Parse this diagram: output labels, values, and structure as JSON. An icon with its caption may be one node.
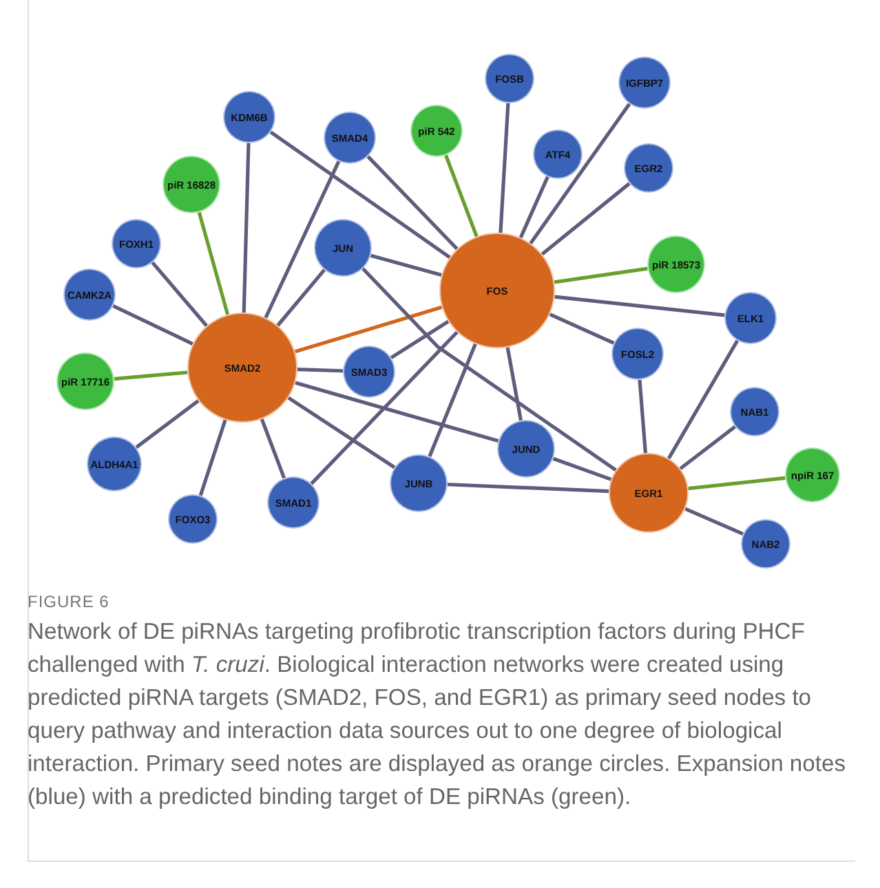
{
  "diagram": {
    "title": "FIGURE 6",
    "caption": "Network of DE piRNAs targeting profibrotic transcription factors during PHCF challenged with *T. cruzi*. Biological interaction networks were created using predicted piRNA targets (SMAD2, FOS, and EGR1) as primary seed nodes to query pathway and interaction data sources out to one degree of biological interaction. Primary seed notes are displayed as orange circles. Expansion notes (blue) with a predicted binding target of DE piRNAs (green).",
    "nodes": [
      {
        "text": [
          "KDM6B"
        ]
      },
      {
        "text": [
          "FOSB"
        ]
      },
      {
        "text": [
          "IGFBP7"
        ]
      },
      {
        "text": [
          "SMAD4"
        ]
      },
      {
        "text": [
          "piR 542"
        ]
      },
      {
        "text": [
          "ATF4"
        ]
      },
      {
        "text": [
          "EGR2"
        ]
      },
      {
        "text": [
          "piR 16828"
        ]
      },
      {
        "text": [
          "FOXH1"
        ]
      },
      {
        "text": [
          "JUN"
        ]
      },
      {
        "text": [
          "piR 18573"
        ]
      },
      {
        "text": [
          "FOS"
        ]
      },
      {
        "text": [
          "CAMK2A"
        ]
      },
      {
        "text": [
          "ELK1"
        ]
      },
      {
        "text": [
          "FOSL2"
        ]
      },
      {
        "text": [
          "SMAD2"
        ]
      },
      {
        "text": [
          "SMAD3"
        ]
      },
      {
        "text": [
          "piR 17716"
        ]
      },
      {
        "text": [
          "NAB1"
        ]
      },
      {
        "text": [
          "JUND"
        ]
      },
      {
        "text": [
          "npiR 167"
        ]
      },
      {
        "text": [
          "ALDH4A1"
        ]
      },
      {
        "text": [
          "JUNB"
        ]
      },
      {
        "text": [
          "EGR1"
        ]
      },
      {
        "text": [
          "SMAD1"
        ]
      },
      {
        "text": [
          "FOXO3"
        ]
      },
      {
        "text": [
          "NAB2"
        ]
      }
    ],
    "edges": [
      {
        "from": 0,
        "to": 15,
        "arrow": "none"
      },
      {
        "from": 0,
        "to": 11,
        "arrow": "none"
      },
      {
        "from": 3,
        "to": 15,
        "arrow": "none"
      },
      {
        "from": 3,
        "to": 11,
        "arrow": "none"
      },
      {
        "from": 7,
        "to": 15,
        "arrow": "none",
        "color": "#6a9f2e"
      },
      {
        "from": 8,
        "to": 15,
        "arrow": "none"
      },
      {
        "from": 12,
        "to": 15,
        "arrow": "none"
      },
      {
        "from": 17,
        "to": 15,
        "arrow": "none",
        "color": "#6a9f2e"
      },
      {
        "from": 21,
        "to": 15,
        "arrow": "none"
      },
      {
        "from": 25,
        "to": 15,
        "arrow": "none"
      },
      {
        "from": 24,
        "to": 15,
        "arrow": "none"
      },
      {
        "from": 9,
        "to": 15,
        "arrow": "none"
      },
      {
        "from": 15,
        "to": 16,
        "arrow": "none"
      },
      {
        "from": 15,
        "to": 11,
        "arrow": "none",
        "color": "#d2661f"
      },
      {
        "from": 15,
        "to": 19,
        "arrow": "none"
      },
      {
        "from": 15,
        "to": 22,
        "arrow": "none"
      },
      {
        "from": 9,
        "to": 11,
        "arrow": "none"
      },
      {
        "from": 9,
        "to": 23,
        "arrow": "none"
      },
      {
        "from": 16,
        "to": 11,
        "arrow": "none"
      },
      {
        "from": 24,
        "to": 11,
        "arrow": "none"
      },
      {
        "from": 22,
        "to": 11,
        "arrow": "none"
      },
      {
        "from": 19,
        "to": 11,
        "arrow": "none"
      },
      {
        "from": 1,
        "to": 11,
        "arrow": "none"
      },
      {
        "from": 4,
        "to": 11,
        "arrow": "none",
        "color": "#6a9f2e"
      },
      {
        "from": 5,
        "to": 11,
        "arrow": "none"
      },
      {
        "from": 2,
        "to": 11,
        "arrow": "none"
      },
      {
        "from": 6,
        "to": 11,
        "arrow": "none"
      },
      {
        "from": 10,
        "to": 11,
        "arrow": "none",
        "color": "#6a9f2e"
      },
      {
        "from": 13,
        "to": 11,
        "arrow": "none"
      },
      {
        "from": 14,
        "to": 11,
        "arrow": "none"
      },
      {
        "from": 22,
        "to": 23,
        "arrow": "none"
      },
      {
        "from": 19,
        "to": 23,
        "arrow": "none"
      },
      {
        "from": 14,
        "to": 23,
        "arrow": "none"
      },
      {
        "from": 13,
        "to": 23,
        "arrow": "none"
      },
      {
        "from": 18,
        "to": 23,
        "arrow": "none"
      },
      {
        "from": 20,
        "to": 23,
        "arrow": "none",
        "color": "#6a9f2e"
      },
      {
        "from": 26,
        "to": 23,
        "arrow": "none"
      }
    ]
  }
}
